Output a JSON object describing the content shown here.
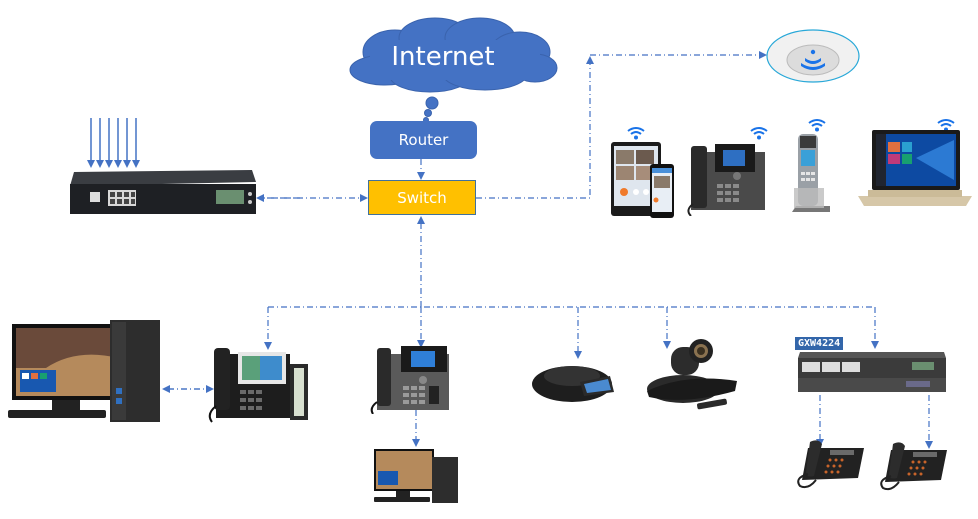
{
  "diagram": {
    "title": "Network topology",
    "nodes": {
      "internet": {
        "label": "Internet",
        "shape": "cloud",
        "color": "#4472c4"
      },
      "router": {
        "label": "Router",
        "color": "#4472c4"
      },
      "switch": {
        "label": "Switch",
        "color": "#ffc000",
        "border": "#41719c"
      },
      "ip_pbx": {
        "label": "IP PBX appliance (FXO trunks)",
        "trunk_lines": 6
      },
      "wifi_ap": {
        "label": "Wi-Fi access point"
      },
      "wireless_devices": [
        {
          "label": "Tablet and smartphone",
          "icon": "wifi-icon"
        },
        {
          "label": "Wi-Fi desk phone",
          "icon": "wifi-icon"
        },
        {
          "label": "DECT/Wi-Fi handset",
          "icon": "wifi-icon"
        },
        {
          "label": "Laptop",
          "icon": "wifi-icon"
        }
      ],
      "wired_devices": [
        {
          "label": "Desktop PC"
        },
        {
          "label": "IP phone with expansion module"
        },
        {
          "label": "IP phone"
        },
        {
          "label": "PC (via phone passthrough)"
        },
        {
          "label": "Conference speakerphone"
        },
        {
          "label": "Video conferencing camera"
        },
        {
          "label": "FXS gateway",
          "badge": "GXW4224"
        },
        {
          "label": "Analog phone 1"
        },
        {
          "label": "Analog phone 2"
        }
      ]
    },
    "line_color": "#4472c4",
    "wifi_color": "#1a73e8"
  }
}
